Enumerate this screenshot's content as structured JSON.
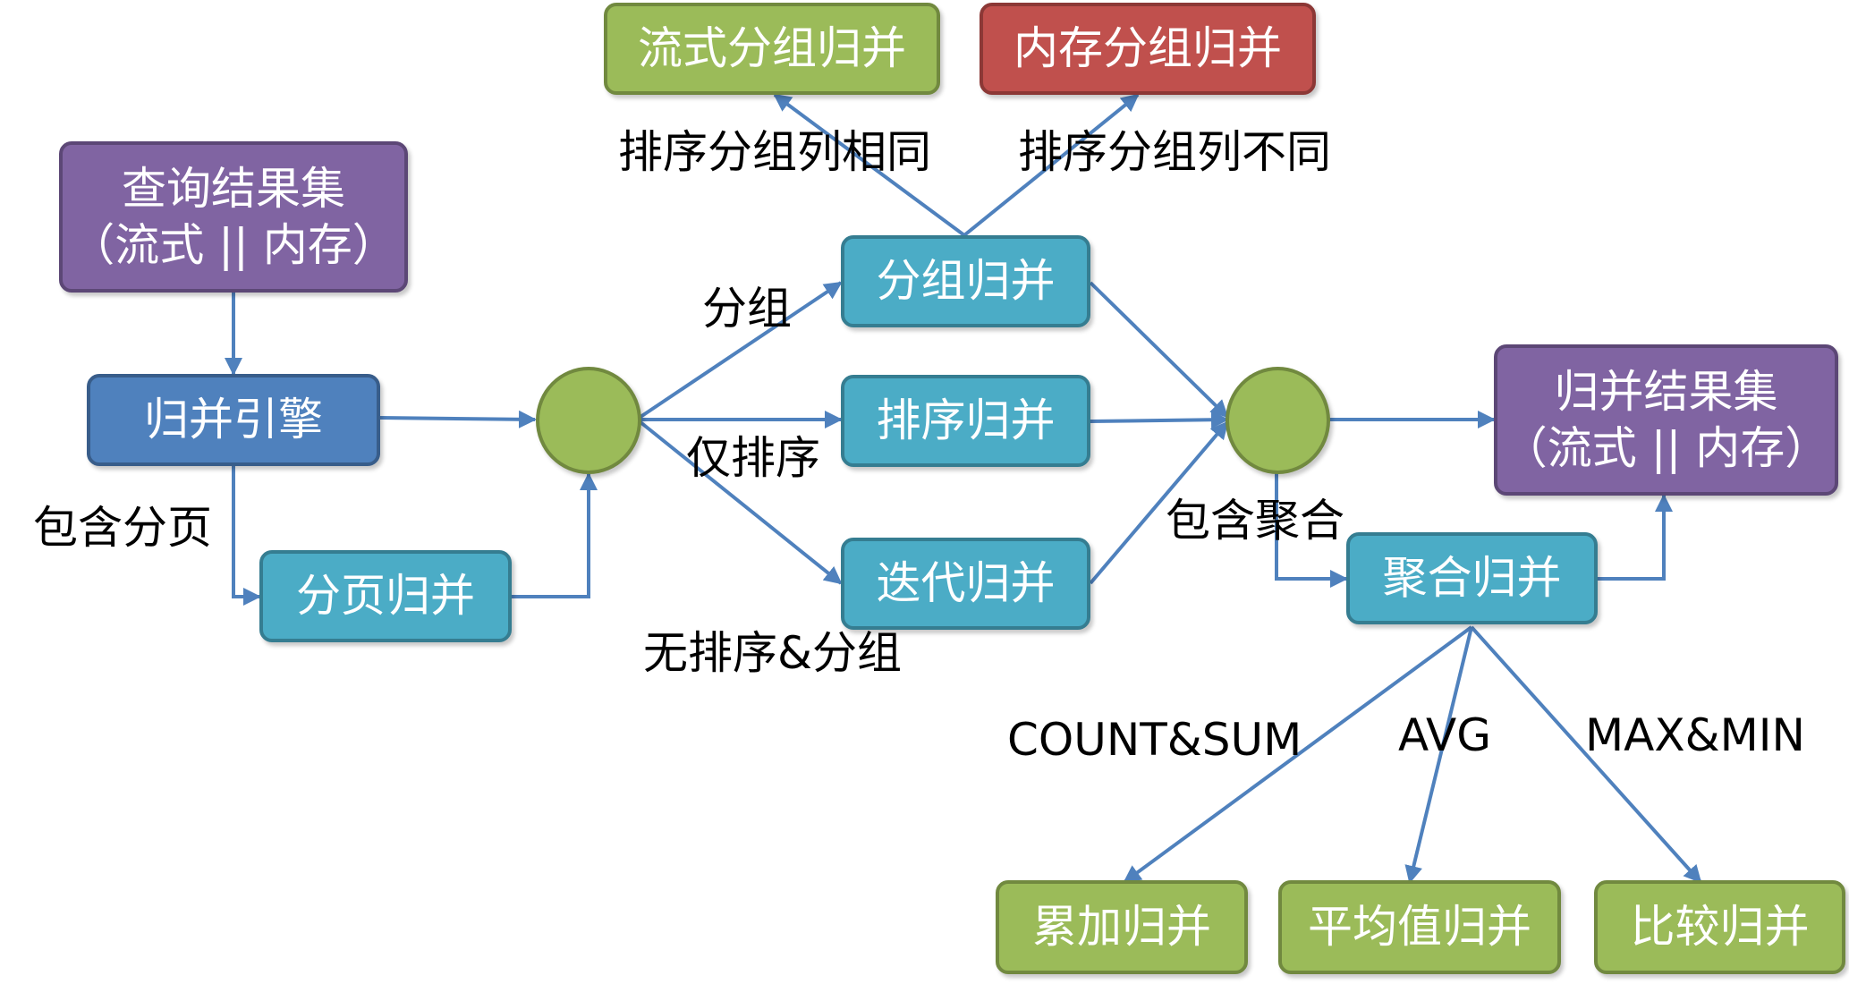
{
  "nodes": {
    "query_result": {
      "line1": "查询结果集",
      "line2": "（流式 || 内存）"
    },
    "merge_engine": "归并引擎",
    "paging_merge": "分页归并",
    "group_merge": "分组归并",
    "sort_merge": "排序归并",
    "iterate_merge": "迭代归并",
    "stream_group_merge": "流式分组归并",
    "memory_group_merge": "内存分组归并",
    "merged_result": {
      "line1": "归并结果集",
      "line2": "（流式 || 内存）"
    },
    "aggregate_merge": "聚合归并",
    "accumulate_merge": "累加归并",
    "average_merge": "平均值归并",
    "compare_merge": "比较归并"
  },
  "edge_labels": {
    "contains_paging": "包含分页",
    "group": "分组",
    "sort_only": "仅排序",
    "no_sort_group": "无排序&分组",
    "same_columns": "排序分组列相同",
    "different_columns": "排序分组列不同",
    "contains_aggregation": "包含聚合",
    "count_sum": "COUNT&SUM",
    "avg": "AVG",
    "max_min": "MAX&MIN"
  },
  "colors": {
    "purple": "#8064a2",
    "dark_blue": "#4f81bd",
    "teal": "#4bacc6",
    "green": "#9bbb59",
    "red": "#c0504d",
    "arrow": "#4f81bd"
  }
}
